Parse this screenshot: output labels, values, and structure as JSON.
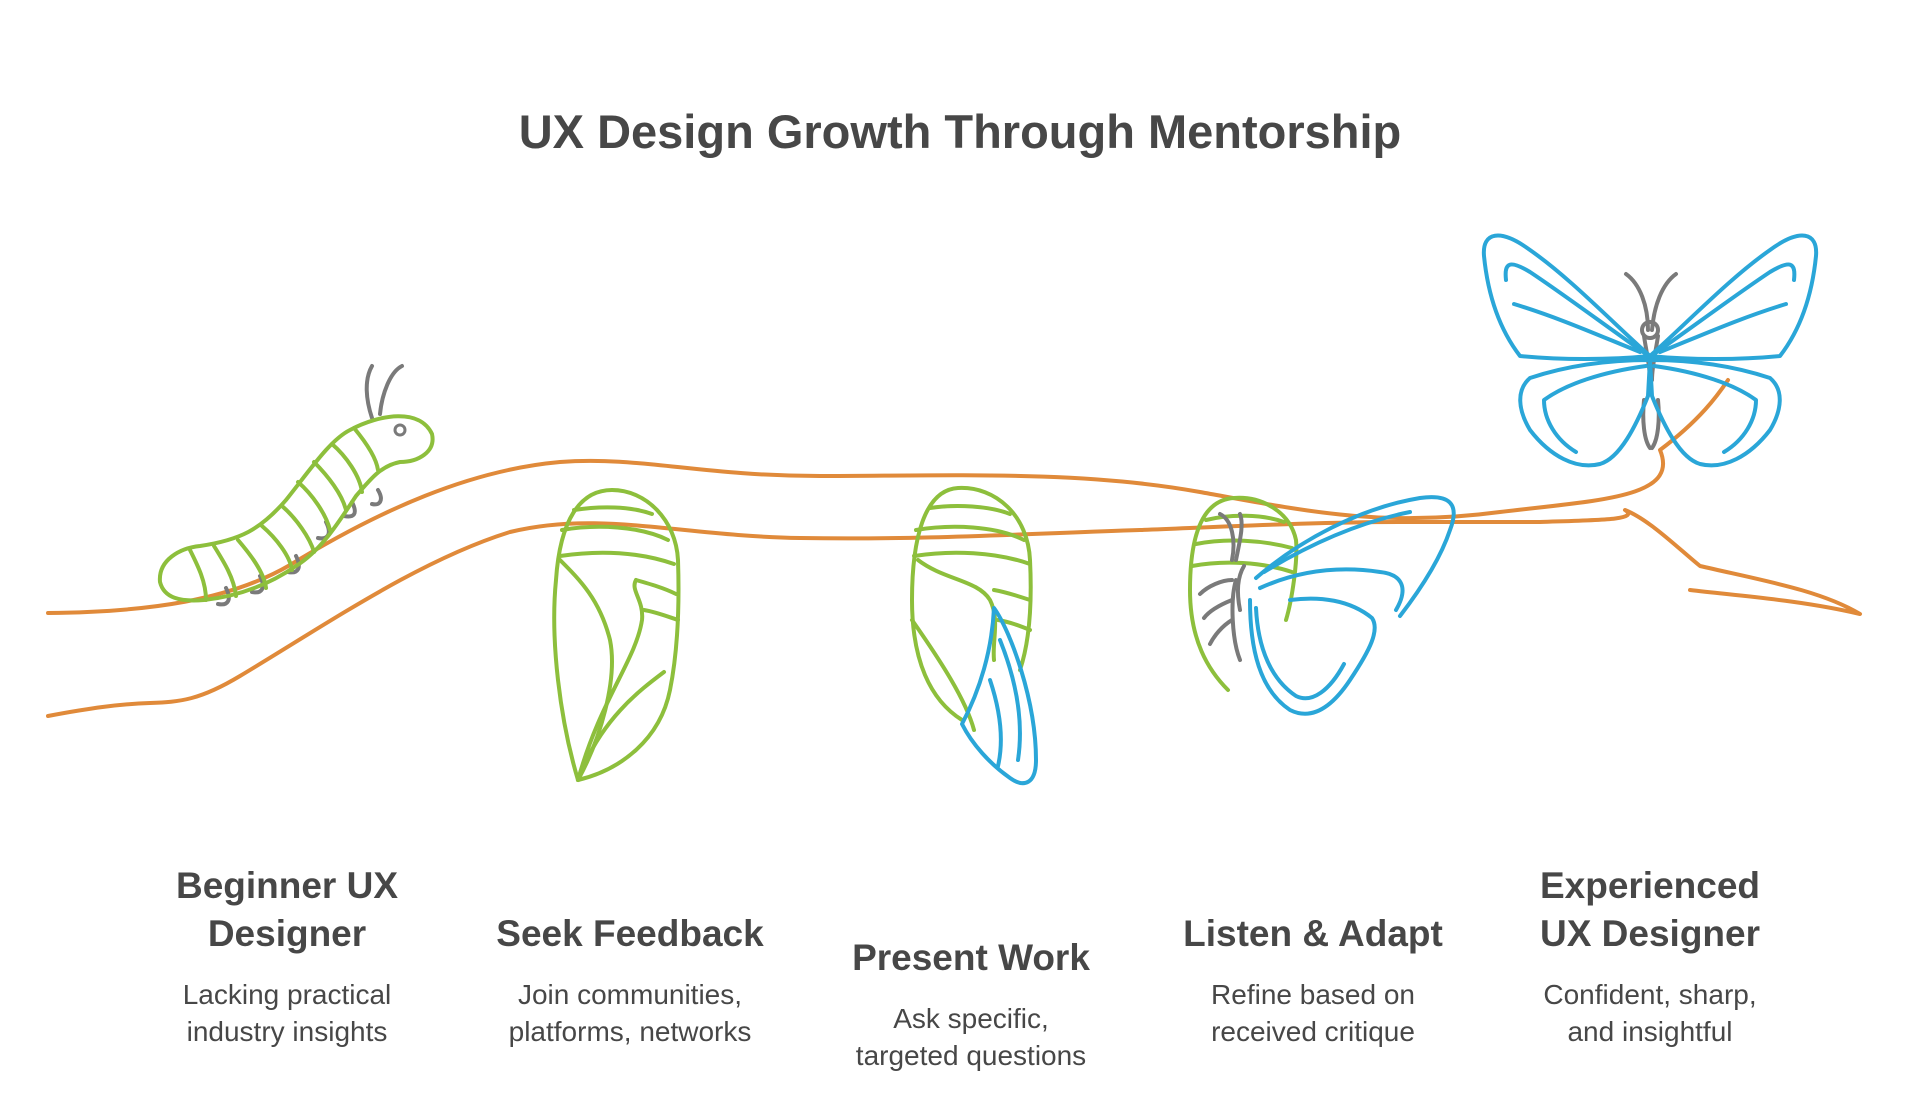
{
  "title": "UX Design Growth Through Mentorship",
  "colors": {
    "branch": "#e08a3a",
    "green": "#8dbf3c",
    "blue": "#2aa6d8",
    "gray": "#7a7a7a",
    "text": "#474747"
  },
  "stages": [
    {
      "title": "Beginner UX\nDesigner",
      "description": "Lacking practical\nindustry insights",
      "icon": "caterpillar-icon"
    },
    {
      "title": "Seek Feedback",
      "description": "Join communities,\nplatforms, networks",
      "icon": "chrysalis-icon"
    },
    {
      "title": "Present Work",
      "description": "Ask specific,\ntargeted questions",
      "icon": "emerging-chrysalis-icon"
    },
    {
      "title": "Listen & Adapt",
      "description": "Refine based on\nreceived critique",
      "icon": "emerging-butterfly-icon"
    },
    {
      "title": "Experienced\nUX Designer",
      "description": "Confident, sharp,\nand insightful",
      "icon": "butterfly-icon"
    }
  ]
}
